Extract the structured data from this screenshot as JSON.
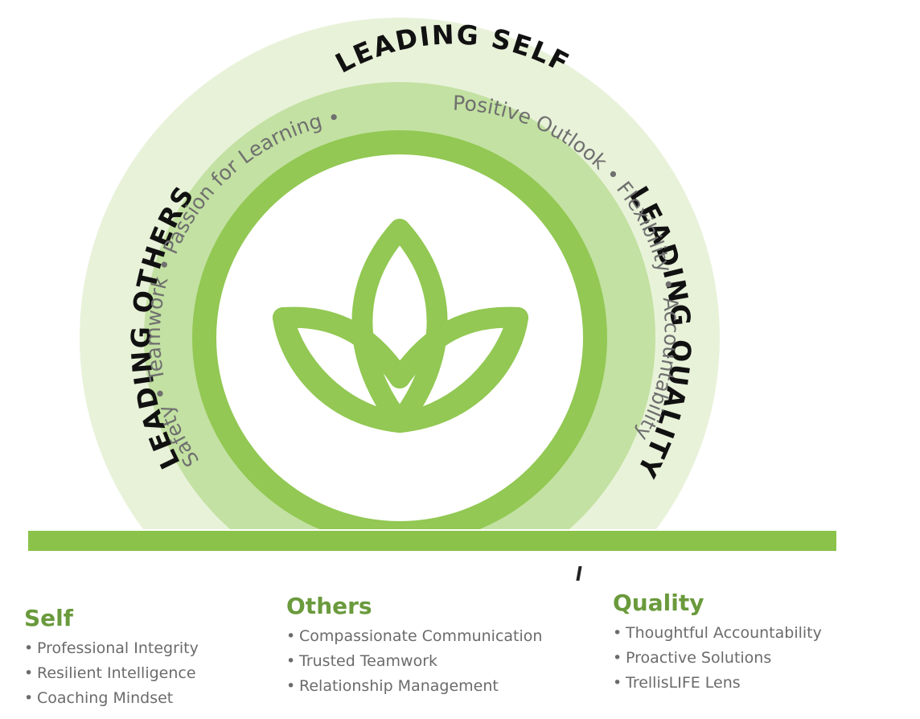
{
  "diagram": {
    "outer_ring": {
      "top": "LEADING SELF",
      "left": "LEADING OTHERS",
      "right": "LEADING QUALITY"
    },
    "middle_ring": {
      "left_items": [
        "Safety",
        "Teamwork",
        "Passion for Learning"
      ],
      "top_right_items": [
        "Positive Outlook",
        "Flexibility",
        "Accountability"
      ]
    },
    "center_icon": "lotus-icon",
    "colors": {
      "outer": "#e8f2d9",
      "middle": "#c3e1a2",
      "ring": "#92c853",
      "bar": "#8bc34a",
      "title_green": "#6a9a3c"
    }
  },
  "columns": [
    {
      "title": "Self",
      "items": [
        "Professional Integrity",
        "Resilient Intelligence",
        "Coaching Mindset"
      ]
    },
    {
      "title": "Others",
      "items": [
        "Compassionate Communication",
        "Trusted Teamwork",
        "Relationship Management"
      ]
    },
    {
      "title": "Quality",
      "items": [
        "Thoughtful Accountability",
        "Proactive Solutions",
        "TrellisLIFE Lens"
      ]
    }
  ]
}
